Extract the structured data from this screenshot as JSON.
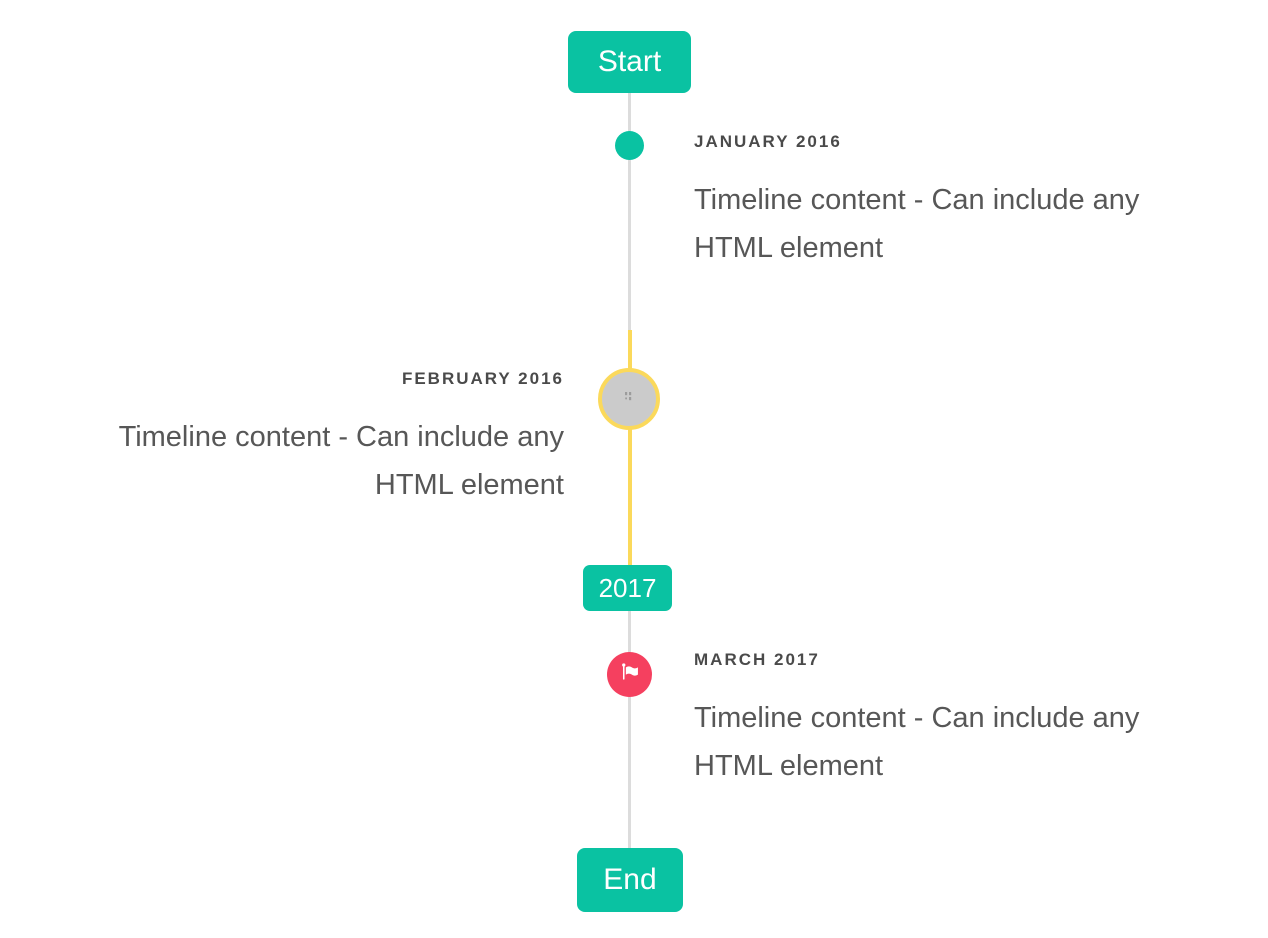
{
  "colors": {
    "background": "#ffffff",
    "teal": "#0ac2a2",
    "yellow": "#fbd95b",
    "red": "#f5405f",
    "line_gray": "#dcdcdc",
    "circle_gray": "#cbcbcb",
    "title_text": "#4a4a4a",
    "body_text": "#575757",
    "broken_glyph": "#9c9c9c"
  },
  "timeline": {
    "start_label": "Start",
    "year_label": "2017",
    "end_label": "End",
    "entries": [
      {
        "title": "JANUARY 2016",
        "body": "Timeline content - Can include any HTML element",
        "side": "right",
        "marker": "teal-dot"
      },
      {
        "title": "FEBRUARY 2016",
        "body": "Timeline content - Can include any HTML element",
        "side": "left",
        "marker": "image-placeholder-circle"
      },
      {
        "title": "MARCH 2017",
        "body": "Timeline content - Can include any HTML element",
        "side": "right",
        "marker": "flag-circle"
      }
    ]
  },
  "icons": {
    "flag": "flag-icon",
    "broken_image": "broken-image-icon"
  }
}
